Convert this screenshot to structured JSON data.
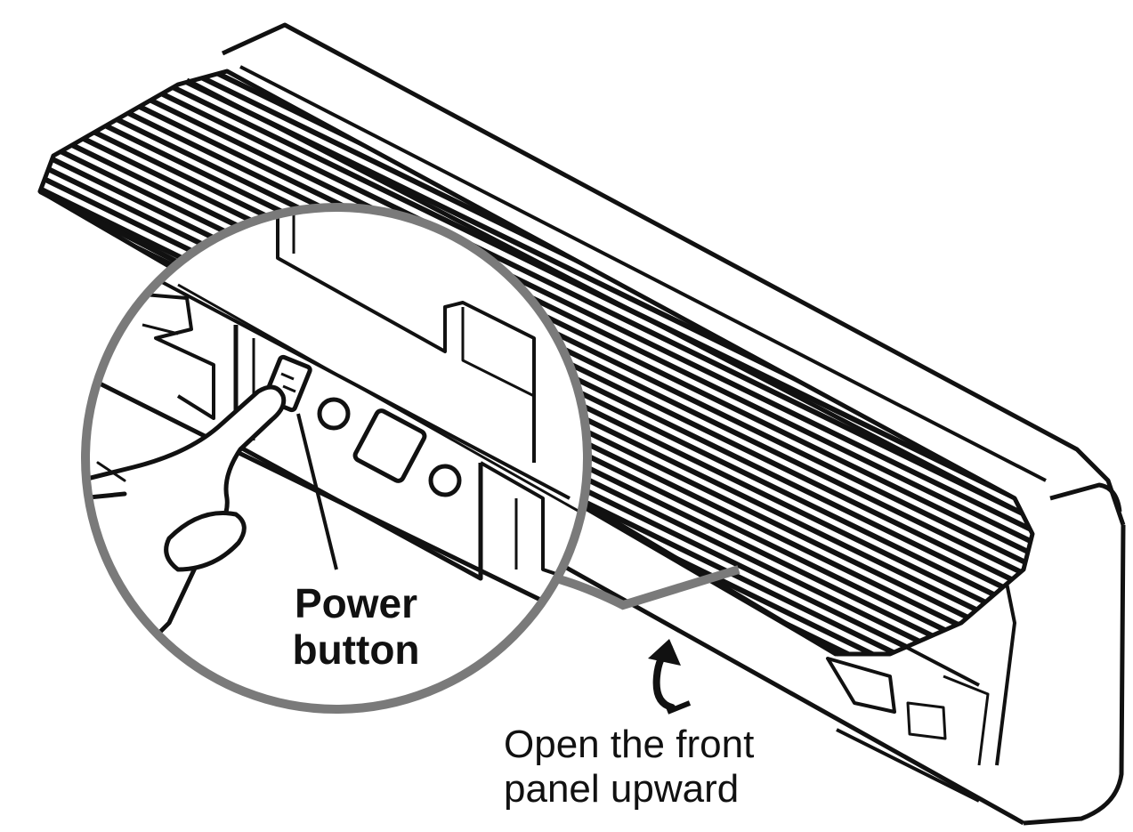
{
  "labels": {
    "power_line1": "Power",
    "power_line2": "button",
    "open_line1": "Open the front",
    "open_line2": "panel upward"
  },
  "colors": {
    "line": "#111111",
    "magnifier_ring": "#7a7a7a",
    "background": "#ffffff"
  },
  "icons": [
    "power-button-icon",
    "pointing-hand-icon",
    "curved-arrow-up-icon"
  ]
}
